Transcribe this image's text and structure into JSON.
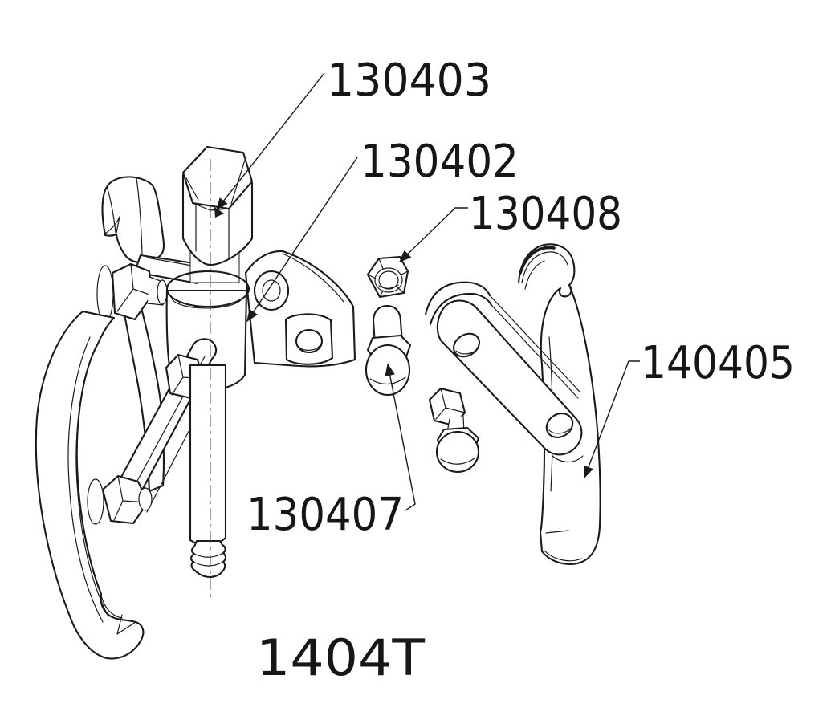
{
  "diagram": {
    "title": "1404T",
    "callouts": [
      {
        "part_no": "130403"
      },
      {
        "part_no": "130402"
      },
      {
        "part_no": "130408"
      },
      {
        "part_no": "130407"
      },
      {
        "part_no": "140405"
      }
    ]
  },
  "colors": {
    "line": "#1a1a1a",
    "background": "#ffffff"
  }
}
